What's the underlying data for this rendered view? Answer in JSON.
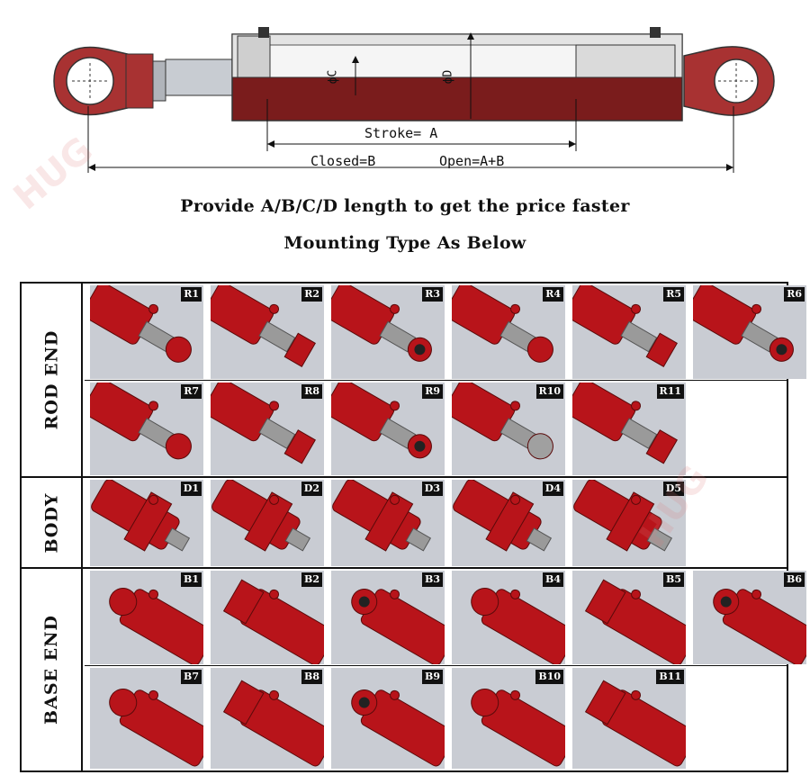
{
  "drawing": {
    "stroke_label": "Stroke= A",
    "closed_label": "Closed=B",
    "open_label": "Open=A+B",
    "phi_c": "ϕC",
    "phi_d": "ϕD"
  },
  "headings": {
    "line1": "Provide A/B/C/D length to get the price faster",
    "line2": "Mounting Type As Below"
  },
  "sections": [
    {
      "label": "ROD END",
      "rows": [
        [
          "R1",
          "R2",
          "R3",
          "R4",
          "R5",
          "R6"
        ],
        [
          "R7",
          "R8",
          "R9",
          "R10",
          "R11"
        ]
      ]
    },
    {
      "label": "BODY",
      "rows": [
        [
          "D1",
          "D2",
          "D3",
          "D4",
          "D5"
        ]
      ]
    },
    {
      "label": "BASE END",
      "rows": [
        [
          "B1",
          "B2",
          "B3",
          "B4",
          "B5",
          "B6"
        ],
        [
          "B7",
          "B8",
          "B9",
          "B10",
          "B11"
        ]
      ]
    }
  ],
  "colors": {
    "cylinder_red": "#b8141a",
    "cell_bg": "#c9ccd3",
    "body_dark_red": "#7a1c1c"
  },
  "watermark": "HUG"
}
